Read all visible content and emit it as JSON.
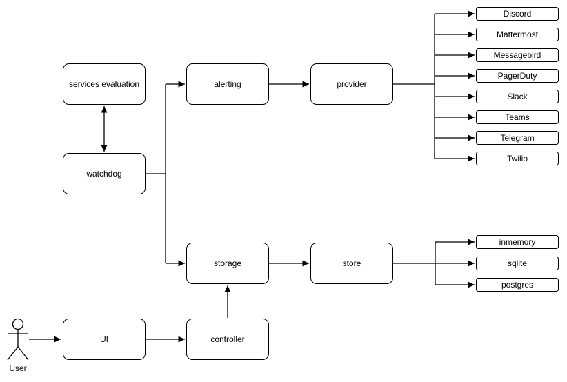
{
  "colors": {
    "background": "#ffffff",
    "stroke": "#000000",
    "node_fill": "#ffffff"
  },
  "actor": {
    "label": "User"
  },
  "nodes": {
    "services_evaluation": "services evaluation",
    "watchdog": "watchdog",
    "alerting": "alerting",
    "provider": "provider",
    "storage": "storage",
    "store": "store",
    "ui": "UI",
    "controller": "controller"
  },
  "providers": [
    "Discord",
    "Mattermost",
    "Messagebird",
    "PagerDuty",
    "Slack",
    "Teams",
    "Telegram",
    "Twilio"
  ],
  "stores": [
    "inmemory",
    "sqlite",
    "postgres"
  ],
  "edges": [
    {
      "from": "user",
      "to": "ui",
      "type": "arrow"
    },
    {
      "from": "ui",
      "to": "controller",
      "type": "arrow"
    },
    {
      "from": "controller",
      "to": "storage",
      "type": "arrow"
    },
    {
      "from": "services_evaluation",
      "to": "watchdog",
      "type": "bidirectional-arrow"
    },
    {
      "from": "watchdog",
      "to": "alerting",
      "type": "arrow"
    },
    {
      "from": "watchdog",
      "to": "storage",
      "type": "arrow"
    },
    {
      "from": "alerting",
      "to": "provider",
      "type": "arrow"
    },
    {
      "from": "storage",
      "to": "store",
      "type": "arrow"
    },
    {
      "from": "provider",
      "to": "each provider implementation",
      "type": "fanout-arrows"
    },
    {
      "from": "store",
      "to": "each store implementation",
      "type": "fanout-arrows"
    }
  ]
}
